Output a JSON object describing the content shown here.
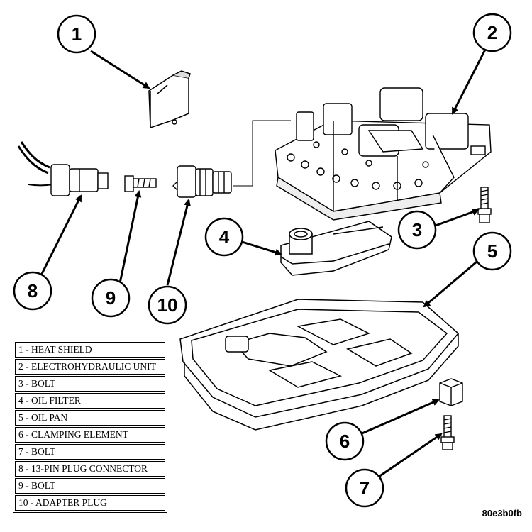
{
  "callouts": [
    {
      "id": "c1",
      "label": "1"
    },
    {
      "id": "c2",
      "label": "2"
    },
    {
      "id": "c3",
      "label": "3"
    },
    {
      "id": "c4",
      "label": "4"
    },
    {
      "id": "c5",
      "label": "5"
    },
    {
      "id": "c6",
      "label": "6"
    },
    {
      "id": "c7",
      "label": "7"
    },
    {
      "id": "c8",
      "label": "8"
    },
    {
      "id": "c9",
      "label": "9"
    },
    {
      "id": "c10",
      "label": "10"
    }
  ],
  "legend": [
    "1 - HEAT SHIELD",
    "2 - ELECTROHYDRAULIC UNIT",
    "3 - BOLT",
    "4 - OIL FILTER",
    "5 - OIL PAN",
    "6 - CLAMPING ELEMENT",
    "7 - BOLT",
    "8 - 13-PIN PLUG CONNECTOR",
    "9 - BOLT",
    "10 - ADAPTER PLUG"
  ],
  "figure_id": "80e3b0fb"
}
